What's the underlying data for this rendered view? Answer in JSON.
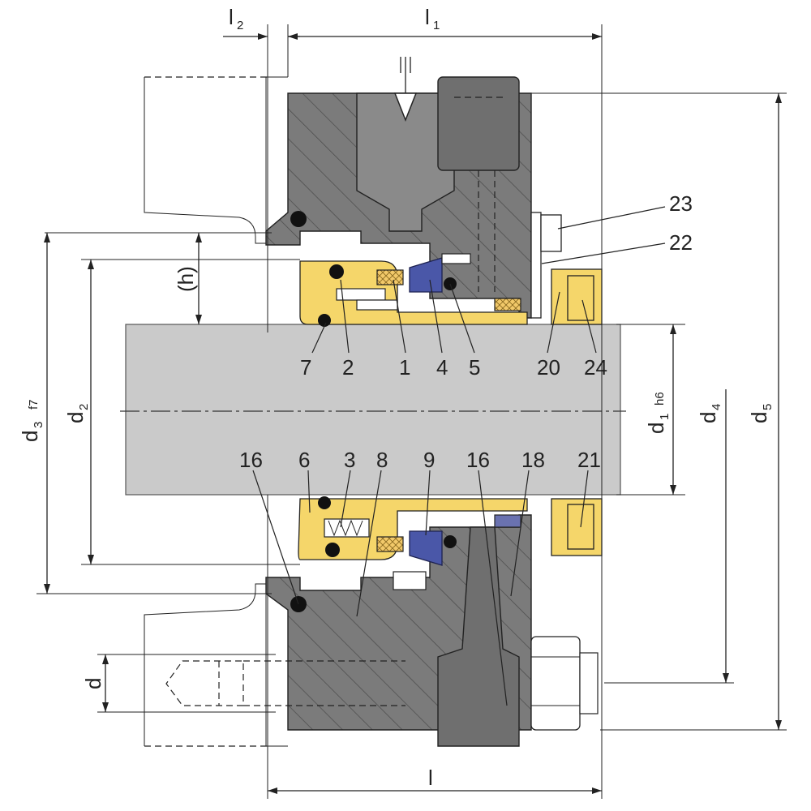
{
  "diagram": {
    "dimensions": {
      "l2": "l",
      "l2_sub": "2",
      "l1": "l",
      "l1_sub": "1",
      "l": "l",
      "h": "(h)",
      "d": "d",
      "d2": "d",
      "d2_sub": "2",
      "d3": "d",
      "d3_sub": "3",
      "d3_tol": "f7",
      "d1": "d",
      "d1_sub": "1",
      "d1_tol": "h6",
      "d4": "d",
      "d4_sub": "4",
      "d5": "d",
      "d5_sub": "5"
    },
    "part_labels": {
      "upper": [
        "7",
        "2",
        "1",
        "4",
        "5",
        "20",
        "24"
      ],
      "upper_right": [
        "23",
        "22"
      ],
      "lower": [
        "16",
        "6",
        "3",
        "8",
        "9",
        "16",
        "18",
        "21"
      ]
    },
    "colors": {
      "housing": "#7a7a7a",
      "sleeve": "#f5d66a",
      "seat": "#4a57a8",
      "shaft": "#cacaca"
    }
  }
}
